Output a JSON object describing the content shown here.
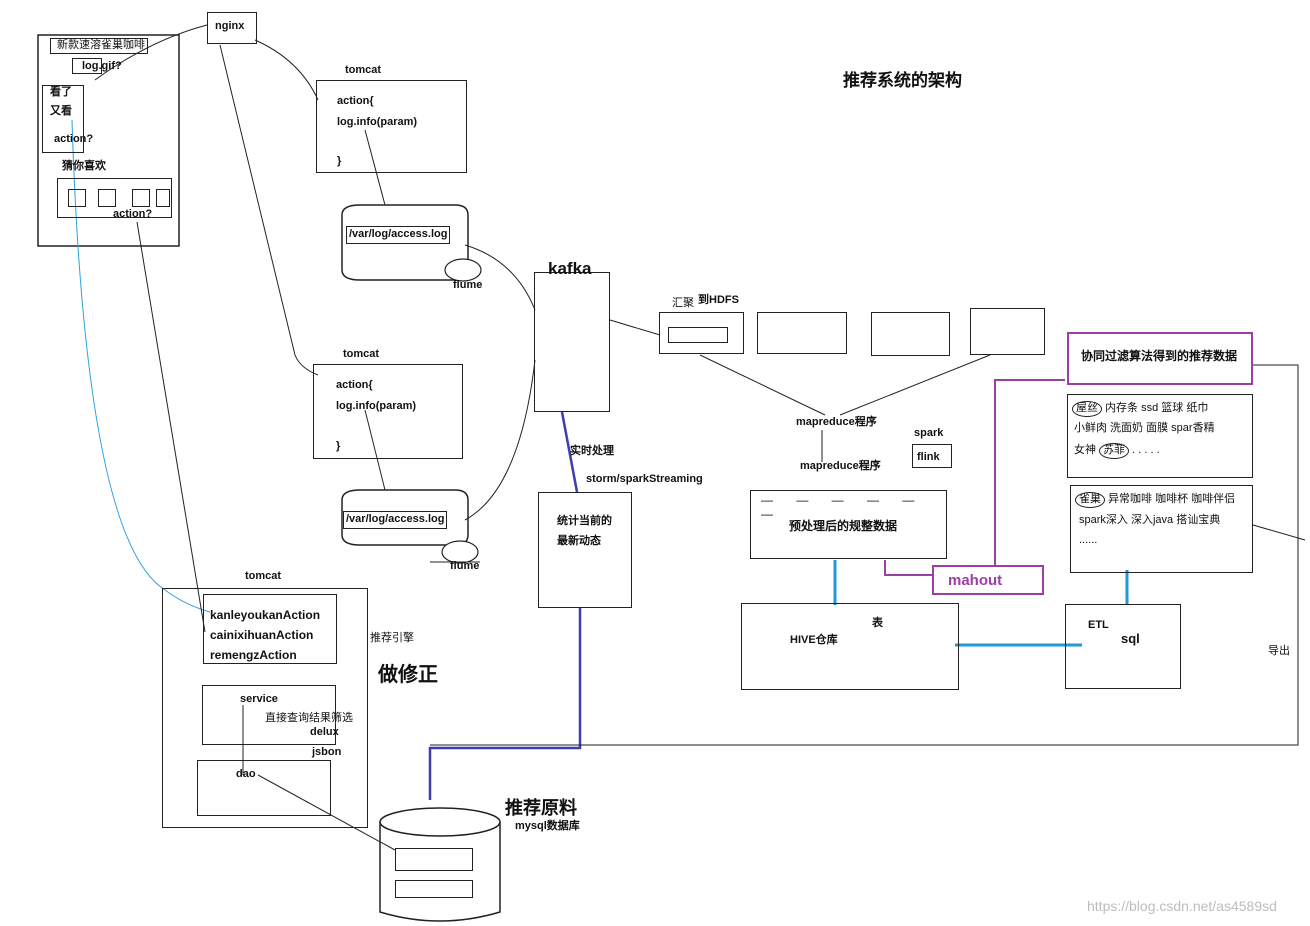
{
  "title": "推荐系统的架构",
  "nginx": "nginx",
  "web_page": {
    "banner": "新款速溶雀巢咖啡",
    "gif": "log.gif?",
    "look_line1": "看了",
    "look_line2": "又看",
    "action1": "action?",
    "guess": "猜你喜欢",
    "action2": "action?"
  },
  "tomcat1": {
    "label": "tomcat",
    "line1": "action{",
    "line2": "log.info(param)",
    "line3": "}"
  },
  "log1": {
    "path": "/var/log/access.log",
    "flume": "flume"
  },
  "tomcat2": {
    "label": "tomcat",
    "line1": "action{",
    "line2": "log.info(param)",
    "line3": "}"
  },
  "log2": {
    "path": "/var/log/access.log",
    "flume": "flume"
  },
  "kafka": "kafka",
  "realtime": {
    "label": "实时处理",
    "engine": "storm/sparkStreaming",
    "box_line1": "统计当前的",
    "box_line2": "最新动态"
  },
  "hdfs": {
    "label": "汇聚",
    "to": "到HDFS"
  },
  "mapreduce1": "mapreduce程序",
  "mapreduce2": "mapreduce程序",
  "spark": "spark",
  "flink": "flink",
  "preprocessed": {
    "dashes": "— — — — — —",
    "label": "预处理后的规整数据"
  },
  "mahout": "mahout",
  "cf_result": "协同过滤算法得到的推荐数据",
  "rec_list1": {
    "first": "屋丝",
    "row1": "内存条  ssd  篮球  纸巾",
    "row2": "小鲜肉  洗面奶  面膜  spar香精",
    "row3a": "女神",
    "circled": "苏菲",
    "row3b": ". . . . ."
  },
  "rec_list2": {
    "first": "雀巢",
    "row1": "异常咖啡  咖啡杯  咖啡伴侣",
    "row2": "spark深入  深入java  搭讪宝典",
    "row3": "......"
  },
  "hive": {
    "table": "表",
    "label": "HIVE仓库"
  },
  "etl": {
    "label": "ETL",
    "sql": "sql"
  },
  "export": "导出",
  "tomcat3": {
    "label": "tomcat",
    "action1": "kanleyoukanAction",
    "action2": "cainixihuanAction",
    "action3": "remengzAction",
    "service": "service",
    "query": "直接查询结果筛选",
    "delux": "delux",
    "jsbon": "jsbon",
    "dao": "dao"
  },
  "engine_label": "推荐引擎",
  "fix_label": "做修正",
  "raw": {
    "title": "推荐原料",
    "db": "mysql数据库"
  },
  "watermark": "https://blog.csdn.net/as4589sd"
}
